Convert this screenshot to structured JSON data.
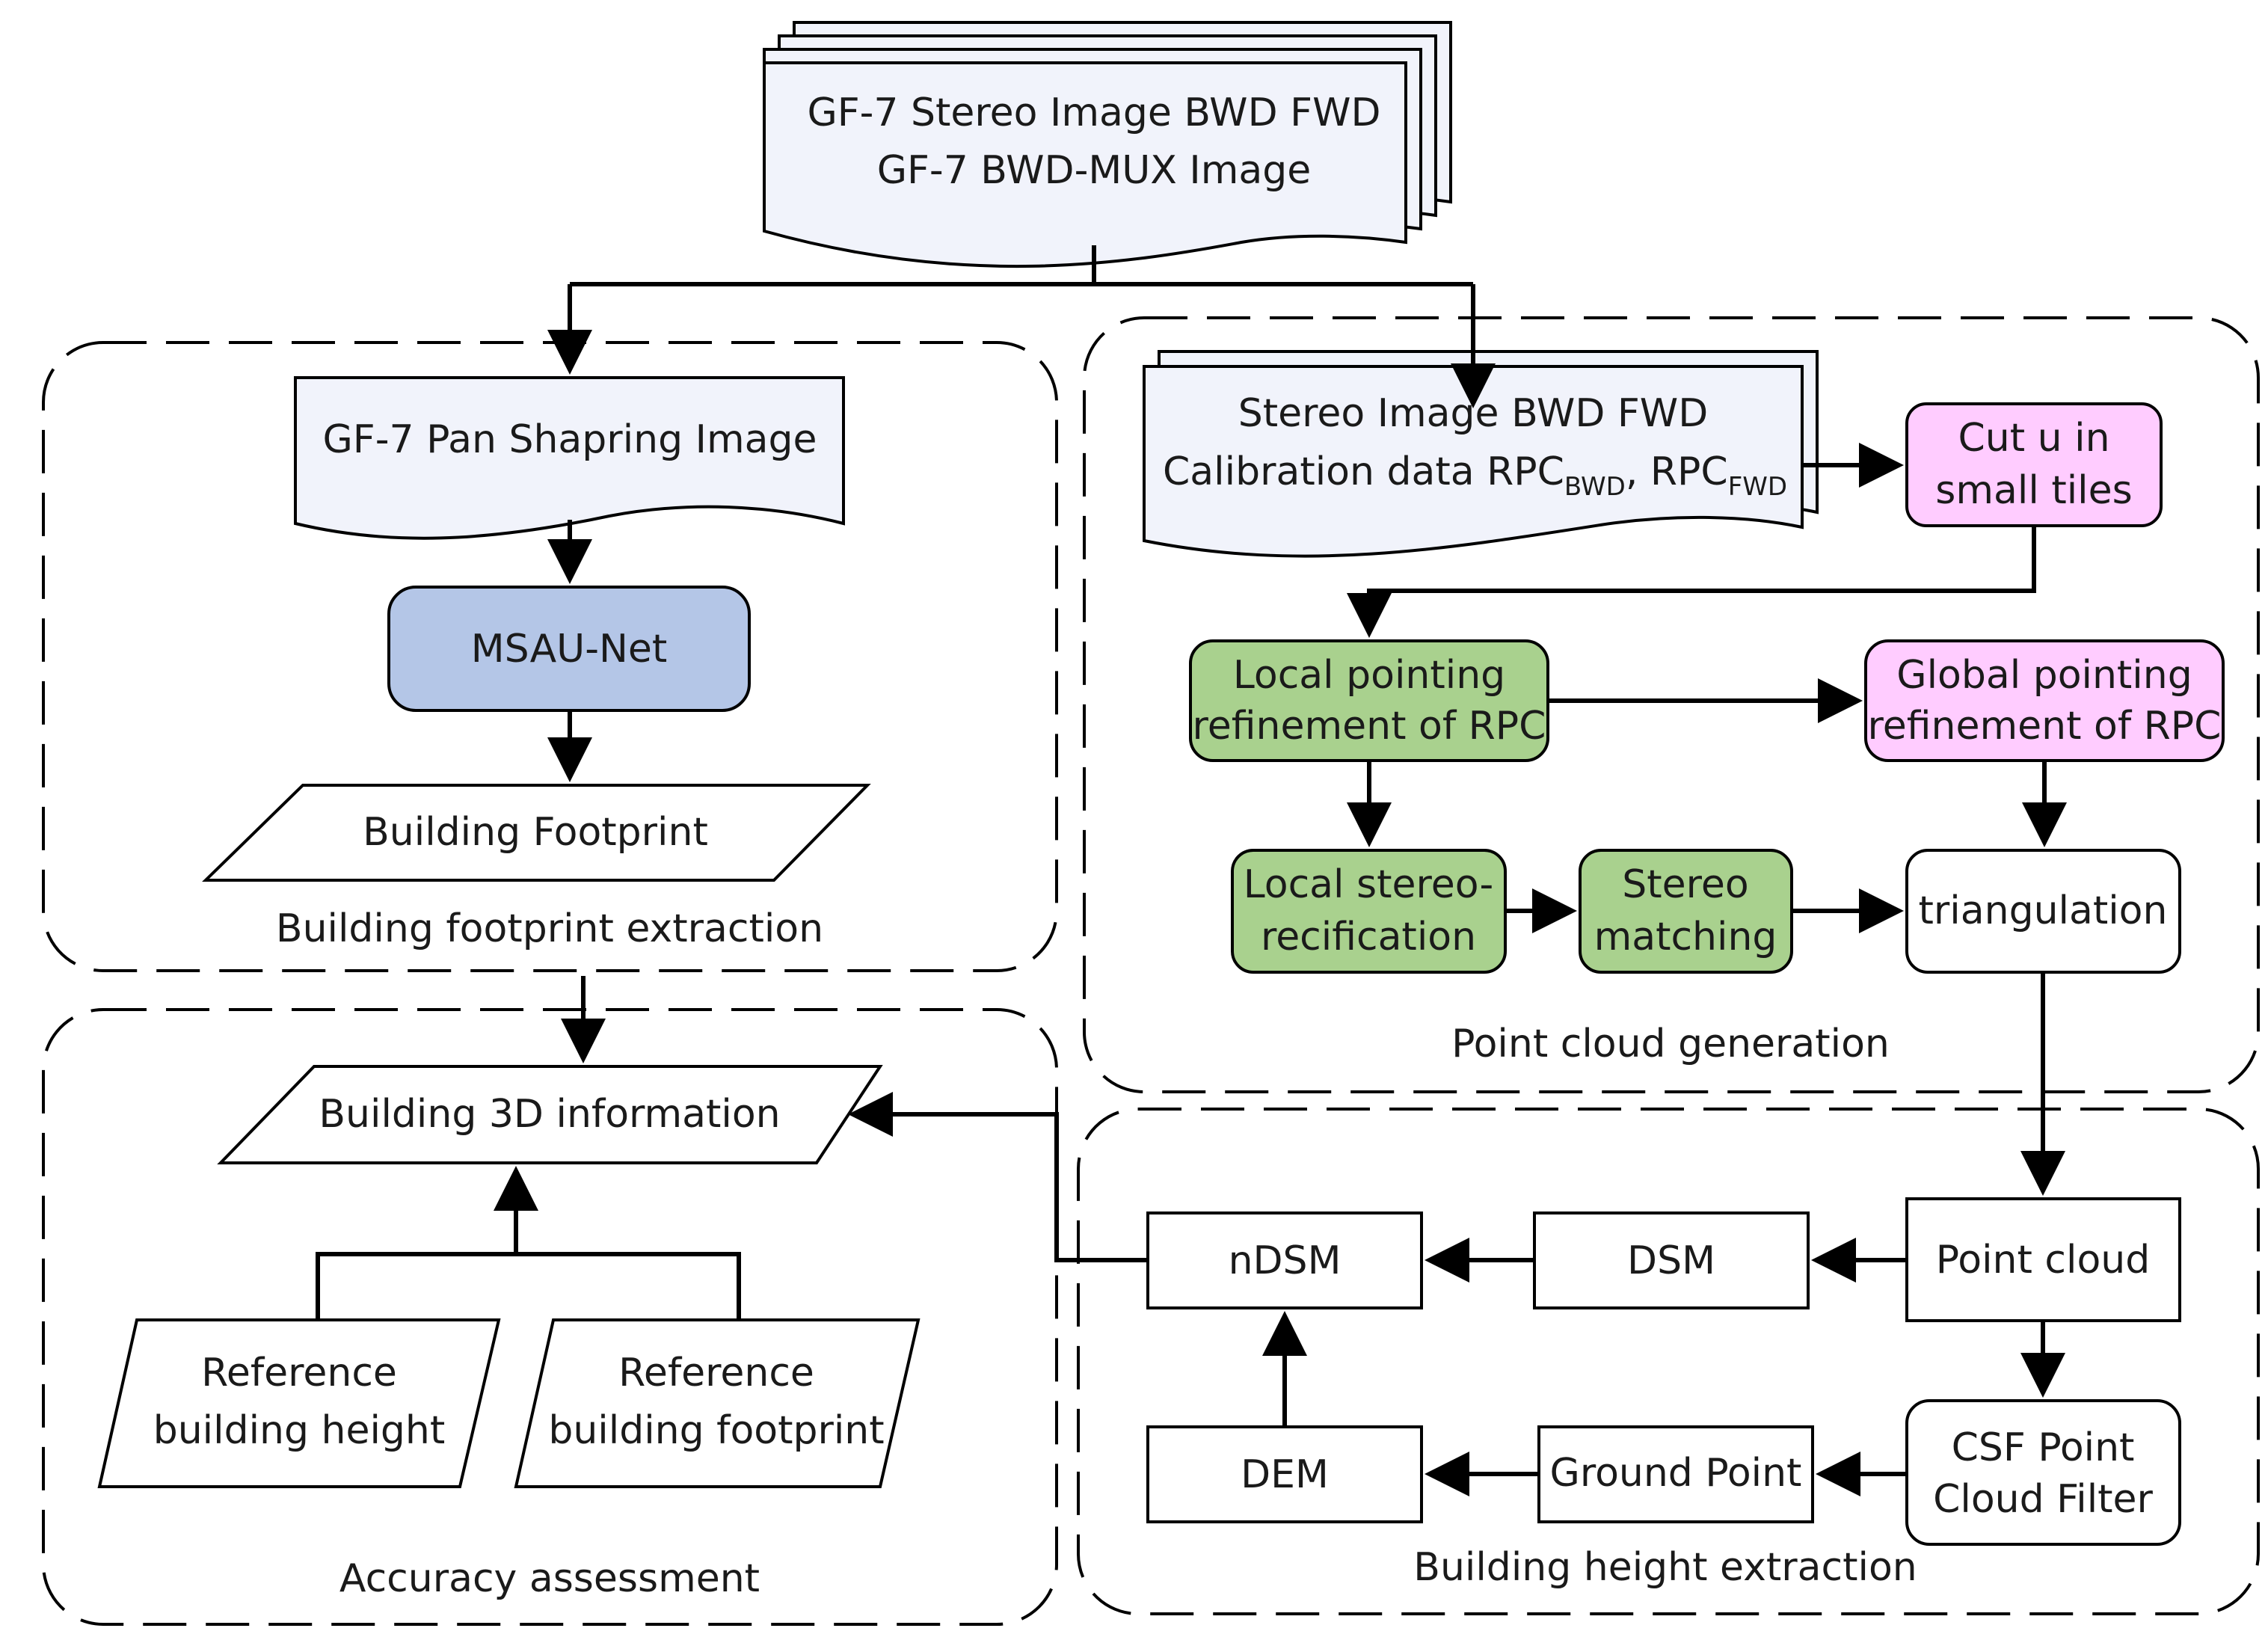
{
  "colors": {
    "msau": "#b4c6e7",
    "green": "#a9d18e",
    "pink": "#ffccff",
    "doc_fill": "#f1f3fb",
    "stroke": "#000000"
  },
  "groups": {
    "footprint": "Building footprint extraction",
    "point_cloud": "Point cloud generation",
    "height": "Building height extraction",
    "accuracy": "Accuracy assessment"
  },
  "nodes": {
    "input": {
      "line1": "GF-7 Stereo Image BWD FWD",
      "line2": "GF-7 BWD-MUX Image"
    },
    "pan": "GF-7 Pan Shapring Image",
    "msau": "MSAU-Net",
    "footprint": "Building Footprint",
    "info3d": "Building 3D information",
    "ref_height": {
      "line1": "Reference",
      "line2": "building height"
    },
    "ref_footprint": {
      "line1": "Reference",
      "line2": "building footprint"
    },
    "stereo": {
      "line1": "Stereo Image BWD FWD",
      "line2_prefix": "Calibration data RPC",
      "sub1": "BWD",
      "sep": ", RPC",
      "sub2": "FWD"
    },
    "cut": {
      "line1": "Cut u in",
      "line2": "small tiles"
    },
    "local_ref": {
      "line1": "Local pointing",
      "line2": "refinement of RPC"
    },
    "global_ref": {
      "line1": "Global pointing",
      "line2": "refinement of RPC"
    },
    "local_stereo": {
      "line1": "Local stereo-",
      "line2": "recification"
    },
    "stereo_match": {
      "line1": "Stereo",
      "line2": "matching"
    },
    "triangulation": "triangulation",
    "point_cloud": "Point cloud",
    "dsm": "DSM",
    "ndsm": "nDSM",
    "csf": {
      "line1": "CSF Point",
      "line2": "Cloud Filter"
    },
    "ground": "Ground Point",
    "dem": "DEM"
  }
}
